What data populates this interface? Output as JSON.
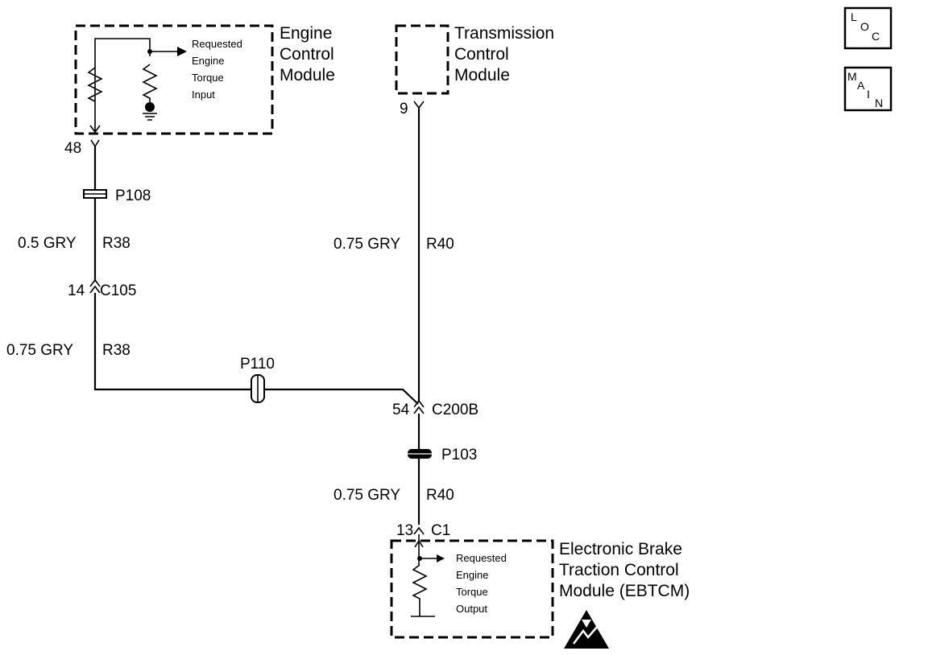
{
  "modules": {
    "ecm": {
      "title_lines": [
        "Engine",
        "Control",
        "Module"
      ],
      "signal_lines": [
        "Requested",
        "Engine",
        "Torque",
        "Input"
      ],
      "pin": "48"
    },
    "tcm": {
      "title_lines": [
        "Transmission",
        "Control",
        "Module"
      ],
      "pin": "9"
    },
    "ebtcm": {
      "title_lines": [
        "Electronic Brake",
        "Traction Control",
        "Module (EBTCM)"
      ],
      "signal_lines": [
        "Requested",
        "Engine",
        "Torque",
        "Output"
      ],
      "pin": "13",
      "connector": "C1"
    }
  },
  "splices": {
    "p108": "P108",
    "p110": "P110",
    "p103": "P103"
  },
  "connectors": {
    "c105": {
      "pin": "14",
      "name": "C105"
    },
    "c200b": {
      "pin": "54",
      "name": "C200B"
    }
  },
  "wires": {
    "left_upper": {
      "size_color": "0.5 GRY",
      "circuit": "R38"
    },
    "left_lower": {
      "size_color": "0.75 GRY",
      "circuit": "R38"
    },
    "right_upper": {
      "size_color": "0.75 GRY",
      "circuit": "R40"
    },
    "right_lower": {
      "size_color": "0.75 GRY",
      "circuit": "R40"
    }
  },
  "nav": {
    "loc": {
      "letters": [
        "L",
        "O",
        "C"
      ]
    },
    "main": {
      "letters": [
        "M",
        "A",
        "I",
        "N"
      ]
    }
  }
}
